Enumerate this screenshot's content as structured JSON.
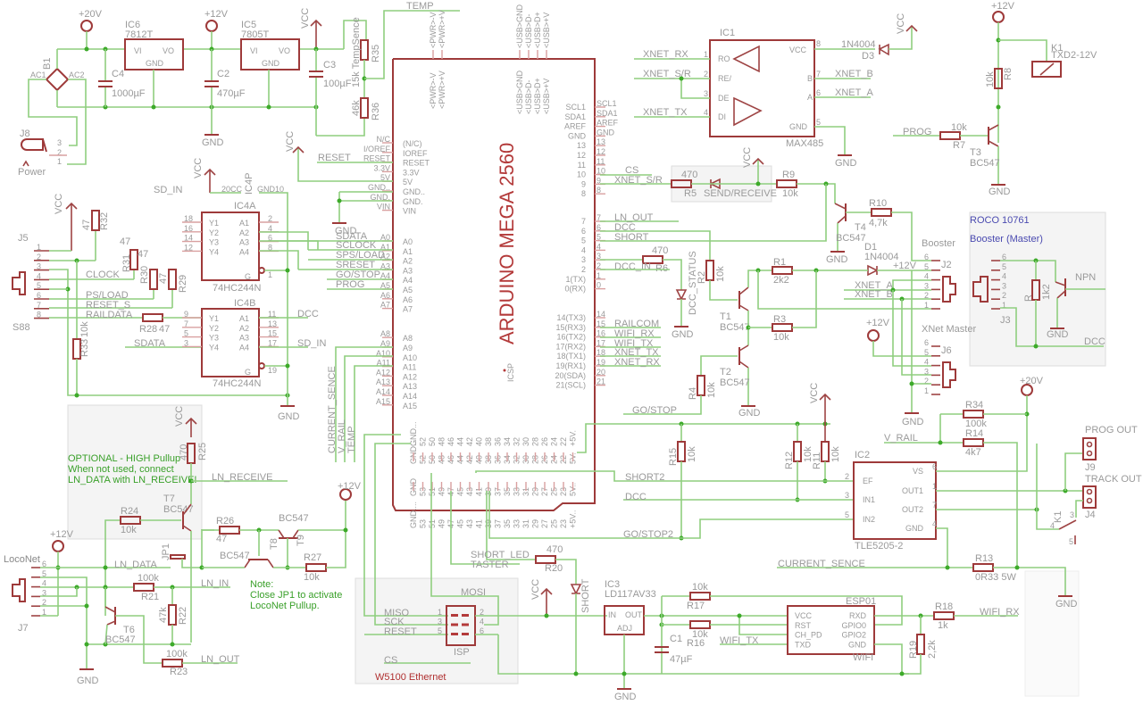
{
  "supply": {
    "v20": "+20V",
    "v12": "+12V",
    "vcc": "VCC",
    "gnd": "GND",
    "ic6": {
      "name": "IC6",
      "part": "7812T",
      "vi": "VI",
      "vo": "VO",
      "gnd": "GND"
    },
    "ic5": {
      "name": "IC5",
      "part": "7805T",
      "vi": "VI",
      "vo": "VO",
      "gnd": "GND"
    },
    "b1": "B1",
    "ac1": "AC1",
    "ac2": "AC2",
    "c4": {
      "name": "C4",
      "value": "1000µF"
    },
    "c2": {
      "name": "C2",
      "value": "470µF"
    },
    "c3": {
      "name": "C3",
      "value": "100µF"
    },
    "r35": {
      "name": "R35",
      "value": "15k TempSence"
    },
    "r36": {
      "name": "R36",
      "value": "46k"
    },
    "temp": "TEMP",
    "j8": "J8",
    "power": "Power"
  },
  "arduino": {
    "title": "ARDUINO MEGA 2560",
    "icsp": "ICSP",
    "top_pins_pwr": [
      "<PWR>-V",
      "<PWR>+V"
    ],
    "top_pins_usb": [
      "<USB>GND",
      "<USB>D-",
      "<USB>D+",
      "<USB>+V"
    ],
    "left_outer": [
      "N/C",
      "I/OREF",
      "RESET",
      "3.3V",
      "5V",
      "GND..",
      "GND.",
      "VIN"
    ],
    "left_inner": [
      "(N/C)",
      "IOREF",
      "RESET",
      "3.3V",
      "5V",
      "GND..",
      "GND.",
      "VIN"
    ],
    "analog_outer": [
      "A0",
      "A1",
      "A2",
      "A3",
      "A4",
      "A5",
      "A6",
      "A7",
      "A8",
      "A9",
      "A10",
      "A11",
      "A12",
      "A13",
      "A14",
      "A15"
    ],
    "right_inner_top": [
      "SCL1",
      "SDA1",
      "AREF",
      "GND",
      "13",
      "12",
      "11",
      "10",
      "9",
      "8"
    ],
    "right_outer_top": [
      "SCL1",
      "SDA1",
      "AREF",
      "GND",
      "13",
      "12",
      "11",
      "10",
      "9",
      "8"
    ],
    "right_inner_mid": [
      "7",
      "6",
      "5",
      "4",
      "3",
      "2",
      "1(TX)",
      "0(RX)"
    ],
    "right_outer_mid": [
      "7",
      "6",
      "5",
      "4",
      "3",
      "2",
      "1",
      "0"
    ],
    "right_inner_low": [
      "14(TX3)",
      "15(RX3)",
      "16(TX2)",
      "17(RX2)",
      "18(TX1)",
      "19(RX1)",
      "20(SDA)",
      "21(SCL)"
    ],
    "right_outer_low": [
      "14",
      "15",
      "16",
      "17",
      "18",
      "19",
      "20",
      "21"
    ],
    "bottom_even": [
      "GND...",
      "52",
      "50",
      "48",
      "46",
      "44",
      "42",
      "40",
      "38",
      "36",
      "34",
      "32",
      "30",
      "28",
      "26",
      "24",
      "22",
      "+5V."
    ],
    "bottom_even_pin": [
      "GND...",
      "52",
      "50",
      "48",
      "46",
      "44",
      "42",
      "40",
      "38",
      "36",
      "34",
      "32",
      "30",
      "28",
      "26",
      "24",
      "22",
      "5V."
    ],
    "bottom_odd_pin": [
      "GND",
      "53",
      "51",
      "49",
      "47",
      "45",
      "43",
      "41",
      "39",
      "37",
      "35",
      "33",
      "31",
      "29",
      "27",
      "25",
      "23",
      "5V.."
    ],
    "bottom_odd": [
      "GND....",
      "53",
      "51",
      "49",
      "47",
      "45",
      "43",
      "41",
      "39",
      "37",
      "35",
      "33",
      "31",
      "29",
      "27",
      "25",
      "23",
      "+5V.."
    ]
  },
  "nets": {
    "reset": "RESET",
    "sdata": "SDATA",
    "sclock": "SCLOCK",
    "spsload": "SPS/LOAD",
    "sreset": "SRESET",
    "gostop": "GO/STOP",
    "prog": "PROG",
    "current_sence": "CURRENT_SENCE",
    "v_rail": "V_RAIL",
    "temp": "TEMP",
    "ln_receive": "LN_RECEIVE",
    "cs": "CS",
    "xnet_sr": "XNET_S/R",
    "ln_out": "LN_OUT",
    "dcc": "DCC",
    "short": "SHORT",
    "dcc_in": "DCC_IN",
    "railcom": "RAILCOM",
    "wifi_rx": "WIFI_RX",
    "wifi_tx": "WIFI_TX",
    "xnet_tx": "XNET_TX",
    "xnet_rx": "XNET_RX",
    "xnet_a": "XNET_A",
    "xnet_b": "XNET_B",
    "short2": "SHORT2",
    "gostop2": "GO/STOP2",
    "short_led": "SHORT_LED",
    "taster": "TASTER",
    "sd_in": "SD_IN",
    "clock": "CLOCK",
    "psload": "PS/LOAD",
    "reset_s": "RESET_S",
    "raildata": "RAILDATA",
    "ln_data": "LN_DATA",
    "ln_in": "LN_IN",
    "miso": "MISO",
    "sck": "SCK",
    "mosi": "MOSI"
  },
  "s88": {
    "j5": "J5",
    "s88": "S88",
    "pins": [
      "1",
      "2",
      "3",
      "4",
      "5",
      "6",
      "7",
      "8"
    ],
    "r32": {
      "name": "R32",
      "value": "47"
    },
    "r31": {
      "name": "R31",
      "value": "47"
    },
    "r30": {
      "name": "R30",
      "value": "47"
    },
    "r29": {
      "name": "R29",
      "value": "47"
    },
    "r28": {
      "name": "R28",
      "value": "47"
    },
    "r33": {
      "name": "R33",
      "value": "10k"
    },
    "ic4p": "IC4P",
    "ic4p_vcc": "20CC",
    "ic4p_gnd": "GND10",
    "ic4a": {
      "name": "IC4A",
      "part": "74HC244N",
      "ypins": [
        "18",
        "16",
        "14",
        "12"
      ],
      "apins": [
        "2",
        "4",
        "6",
        "8"
      ],
      "g": "1"
    },
    "ic4b": {
      "name": "IC4B",
      "part": "74HC244N",
      "ypins": [
        "9",
        "7",
        "5",
        "3"
      ],
      "apins": [
        "11",
        "13",
        "15",
        "17"
      ],
      "g": "19"
    },
    "ylabels": [
      "Y1",
      "Y2",
      "Y3",
      "Y4"
    ],
    "alabels": [
      "A1",
      "A2",
      "A3",
      "A4"
    ],
    "glabel": "G"
  },
  "xnet": {
    "ic1": {
      "name": "IC1",
      "part": "MAX485",
      "pins": [
        "RO",
        "RE/",
        "DE",
        "DI"
      ],
      "pinnums": [
        "1",
        "2",
        "3",
        "4"
      ],
      "vcc": "VCC",
      "b": "B",
      "a": "A",
      "gnd": "GND",
      "pn_vcc": "8",
      "pn_b": "7",
      "pn_a": "6",
      "pn_gnd": "5"
    },
    "d3": {
      "name": "D3",
      "part": "1N4004"
    },
    "r5": {
      "name": "R5",
      "value": "470"
    },
    "led": "SEND/RECEIVE",
    "r9": {
      "name": "R9",
      "value": "10k"
    },
    "r10": {
      "name": "R10",
      "value": "4,7k"
    },
    "t4": {
      "name": "T4",
      "part": "BC547"
    },
    "d1": {
      "name": "D1",
      "part": "1N4004"
    },
    "booster": "Booster",
    "j2": "J2",
    "xnet_master": "XNet Master",
    "j6": "J6",
    "jpins": [
      "6",
      "5",
      "4",
      "3",
      "2",
      "1"
    ]
  },
  "relay": {
    "k1": {
      "name": "K1",
      "part": "TXD2-12V"
    },
    "r8": {
      "name": "R8",
      "value": "10k"
    },
    "r7": {
      "name": "R7",
      "value": "10k"
    },
    "t3": {
      "name": "T3",
      "part": "BC547"
    }
  },
  "roco": {
    "title": "ROCO 10761",
    "subtitle": "Booster (Master)",
    "j3": "J3",
    "r": "R",
    "r_value": "1k2",
    "npn": "NPN"
  },
  "railcom": {
    "r6": {
      "name": "R6",
      "value": "470"
    },
    "dcc_status": "DCC_STATUS",
    "r2": {
      "name": "R2",
      "value": "10k"
    },
    "r1": {
      "name": "R1",
      "value": "2k2"
    },
    "r3": {
      "name": "R3",
      "value": "10k"
    },
    "t1": {
      "name": "T1",
      "part": "BC547"
    },
    "t2": {
      "name": "T2",
      "part": "BC547"
    },
    "r4": {
      "name": "R4",
      "value": "10k"
    }
  },
  "driver": {
    "ic2": {
      "name": "IC2",
      "part": "TLE5205-2",
      "left": [
        "EF",
        "IN1",
        "IN2"
      ],
      "leftnums": [
        "2",
        "3",
        "5"
      ],
      "right": [
        "VS",
        "OUT1",
        "OUT2",
        "GND"
      ],
      "rightnums": [
        "6",
        "1",
        "7",
        "4"
      ]
    },
    "r15": {
      "name": "R15",
      "value": "10k"
    },
    "r12": {
      "name": "R12",
      "value": "10k"
    },
    "r11": {
      "name": "R11",
      "value": "10k"
    },
    "r34": {
      "name": "R34",
      "value": "100k"
    },
    "r14": {
      "name": "R14",
      "value": "4k7"
    },
    "r13": {
      "name": "R13",
      "value": "0R33 5W"
    },
    "prog_out": "PROG OUT",
    "j9": "J9",
    "track_out": "TRACK OUT",
    "j4": "J4",
    "k1": "K1"
  },
  "loconet": {
    "note_optional": [
      "OPTIONAL - HIGH Pullup",
      "When not used, connect",
      "LN_DATA with LN_RECEIVE!"
    ],
    "r25": {
      "name": "R25",
      "value": "470"
    },
    "t7": {
      "name": "T7",
      "part": "BC547"
    },
    "r24": {
      "name": "R24",
      "value": "10k"
    },
    "r26": {
      "name": "R26",
      "value": "47"
    },
    "t8": {
      "name": "T8",
      "part": "BC547"
    },
    "t9": {
      "name": "T9",
      "part": "BC547"
    },
    "r27": {
      "name": "R27",
      "value": "10k"
    },
    "jp1": "JP1",
    "locoNet": "LocoNet",
    "j7": "J7",
    "pins": [
      "6",
      "5",
      "4",
      "3",
      "2",
      "1"
    ],
    "r21": {
      "name": "R21",
      "value": "100k"
    },
    "r22": {
      "name": "R22",
      "value": "47k"
    },
    "r23": {
      "name": "R23",
      "value": "100k"
    },
    "t6": {
      "name": "T6",
      "part": "BC547"
    },
    "note": [
      "Note:",
      "Close JP1 to activate",
      "LocoNet Pullup."
    ]
  },
  "ethernet": {
    "title": "W5100 Ethernet",
    "isp": "ISP",
    "pins": [
      "1",
      "2",
      "3",
      "4",
      "5",
      "6"
    ]
  },
  "wifi": {
    "ic3": {
      "name": "IC3",
      "part": "LD117AV33",
      "in": "IN",
      "out": "OUT",
      "adj": "ADJ"
    },
    "short_led": "SHORT",
    "r20": {
      "name": "R20",
      "value": "470"
    },
    "c1": {
      "name": "C1",
      "value": "47µF"
    },
    "r17": {
      "name": "R17",
      "value": "10k"
    },
    "r16": {
      "name": "R16",
      "value": "10k"
    },
    "esp": {
      "name": "ESP01",
      "label": "WIFI",
      "left": [
        "VCC",
        "RST",
        "CH_PD",
        "TXD"
      ],
      "right": [
        "RXD",
        "GPIO0",
        "GPIO2",
        "GND"
      ]
    },
    "r18": {
      "name": "R18",
      "value": "1k"
    },
    "r19": {
      "name": "R19",
      "value": "2,2k"
    }
  }
}
